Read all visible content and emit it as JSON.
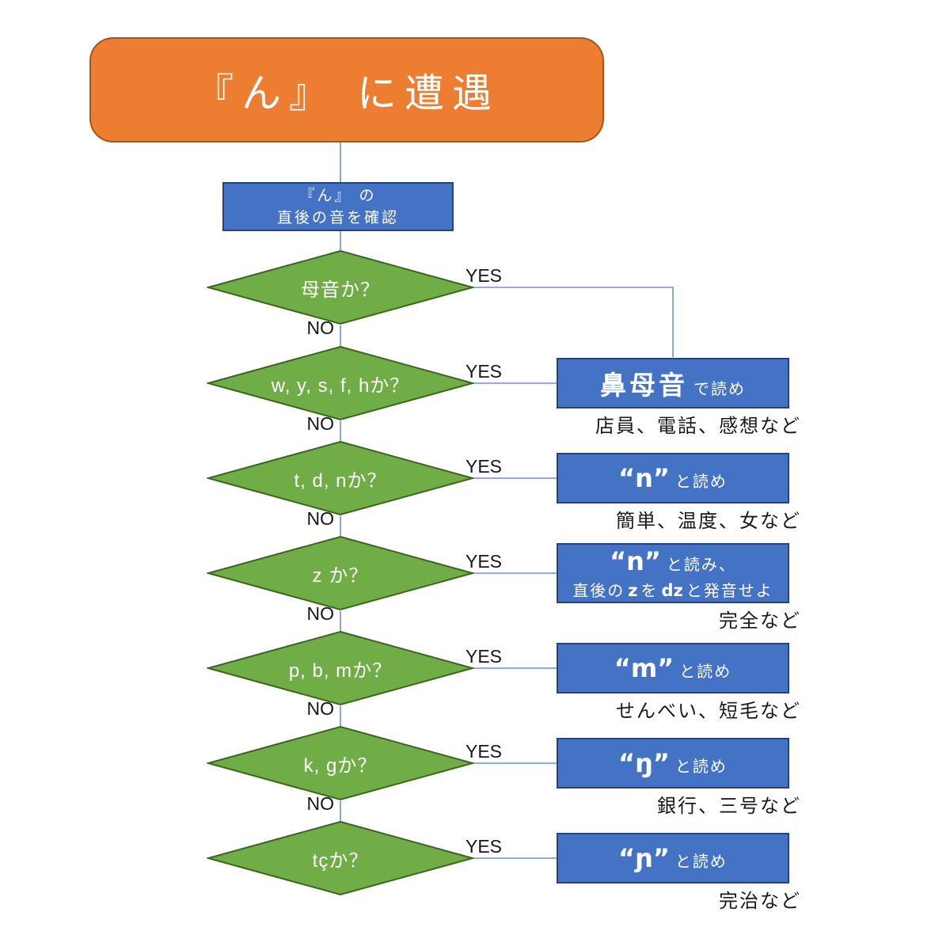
{
  "title": {
    "label": "『ん』 に遭遇"
  },
  "start": {
    "line1": "『ん』 の",
    "line2": "直後の音を確認"
  },
  "labels": {
    "yes": "YES",
    "no": "NO"
  },
  "decisions": [
    {
      "label": "母音か？"
    },
    {
      "label": "w, y, s, f, hか？"
    },
    {
      "label": "t, d, nか？"
    },
    {
      "label": "z か？"
    },
    {
      "label": "p, b, mか？"
    },
    {
      "label": "k, gか？"
    },
    {
      "label": "tçか？"
    }
  ],
  "results": [
    {
      "big": "鼻母音",
      "small": "で読め",
      "examples": "店員、電話、感想など"
    },
    {
      "big": "“n”",
      "small": "と読め",
      "examples": "簡単、温度、女など"
    },
    {
      "big": "“n”",
      "small": "と読み、",
      "line2_a": "直後の",
      "line2_b": "z",
      "line2_c": "を",
      "line2_d": "dz",
      "line2_e": "と発音せよ",
      "examples": "完全など"
    },
    {
      "big": "“m”",
      "small": "と読め",
      "examples": "せんべい、短毛など"
    },
    {
      "big": "“ŋ”",
      "small": "と読め",
      "examples": "銀行、三号など"
    },
    {
      "big": "“ɲ”",
      "small": "と読め",
      "examples": "完治など"
    }
  ],
  "colors": {
    "orange_fill": "#ED7D31",
    "orange_border": "#A5561B",
    "blue_fill": "#4472C4",
    "blue_border": "#25437C",
    "green_fill": "#70AD47",
    "green_border": "#3C651F",
    "line_color": "#6D92CC",
    "label_color": "#161616",
    "text_white": "#FFFFFF"
  }
}
